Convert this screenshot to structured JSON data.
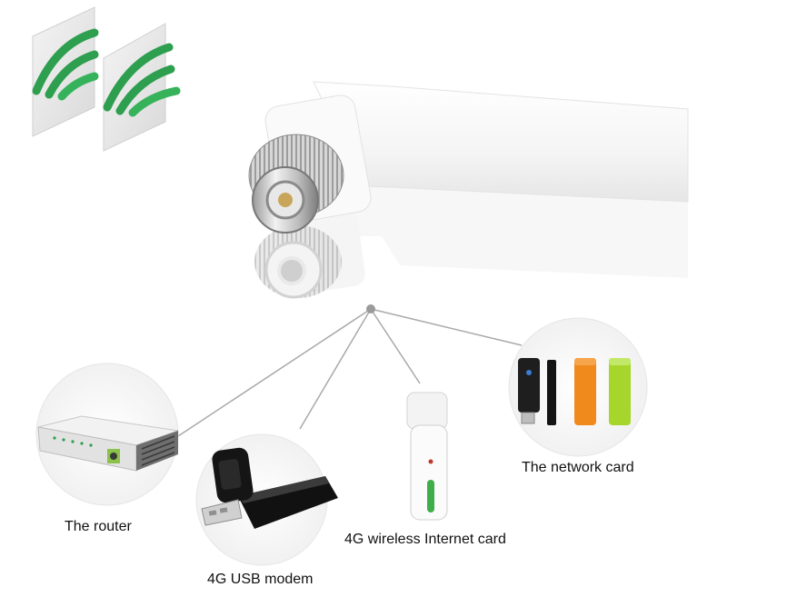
{
  "captions": {
    "router": "The router",
    "usb_modem": "4G USB modem",
    "wireless_card": "4G wireless Internet card",
    "network_card": "The network card"
  },
  "colors": {
    "signal_green": "#2e9e4f",
    "card_orange": "#f08a1c",
    "card_lime": "#a6d62b",
    "connector_line": "#a9a9a9",
    "dot": "#9a9a9a"
  },
  "icons": [
    "wifi-signal-icon",
    "wifi-signal-icon"
  ]
}
